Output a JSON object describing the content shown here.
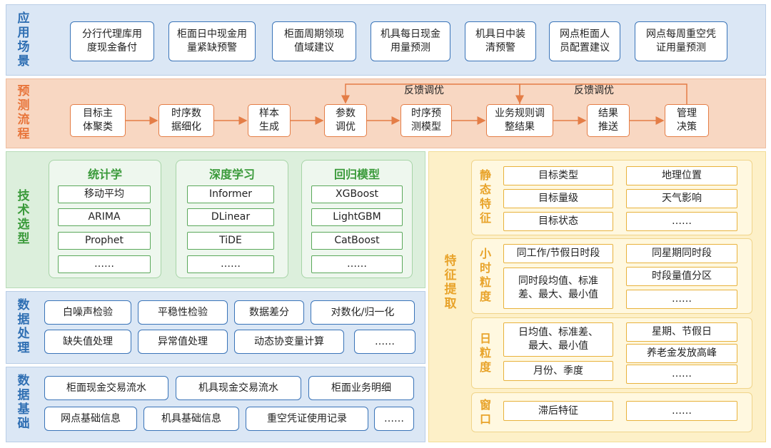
{
  "sections": {
    "application": "应用场景",
    "process": "预测流程",
    "tech": "技术选型",
    "dataproc": "数据处理",
    "database": "数据基础",
    "feature": "特征提取"
  },
  "application": [
    "分行代理库用度现金备付",
    "柜面日中现金用量紧缺预警",
    "柜面周期领现值域建议",
    "机具每日现金用量预测",
    "机具日中装清预警",
    "网点柜面人员配置建议",
    "网点每周重空凭证用量预测"
  ],
  "process": {
    "steps": [
      "目标主体聚类",
      "时序数据细化",
      "样本生成",
      "参数调优",
      "时序预测模型",
      "业务规则调整结果",
      "结果推送",
      "管理决策"
    ],
    "feedback1": "反馈调优",
    "feedback2": "反馈调优"
  },
  "tech": {
    "stat": {
      "title": "统计学",
      "items": [
        "移动平均",
        "ARIMA",
        "Prophet",
        "……"
      ]
    },
    "deep": {
      "title": "深度学习",
      "items": [
        "Informer",
        "DLinear",
        "TiDE",
        "……"
      ]
    },
    "reg": {
      "title": "回归模型",
      "items": [
        "XGBoost",
        "LightGBM",
        "CatBoost",
        "……"
      ]
    }
  },
  "dataproc": {
    "row1": [
      "白噪声检验",
      "平稳性检验",
      "数据差分",
      "对数化/归一化"
    ],
    "row2": [
      "缺失值处理",
      "异常值处理",
      "动态协变量计算",
      "……"
    ]
  },
  "database": {
    "row1": [
      "柜面现金交易流水",
      "机具现金交易流水",
      "柜面业务明细"
    ],
    "row2": [
      "网点基础信息",
      "机具基础信息",
      "重空凭证使用记录",
      "……"
    ]
  },
  "feature": {
    "static": {
      "label": "静态特征",
      "left": [
        "目标类型",
        "目标量级",
        "目标状态"
      ],
      "right": [
        "地理位置",
        "天气影响",
        "……"
      ]
    },
    "hour": {
      "label": "小时粒度",
      "left": [
        "同工作/节假日时段",
        "同时段均值、标准差、最大、最小值"
      ],
      "right": [
        "同星期同时段",
        "时段量值分区",
        "……"
      ]
    },
    "day": {
      "label": "日粒度",
      "left": [
        "日均值、标准差、最大、最小值",
        "月份、季度"
      ],
      "right": [
        "星期、节假日",
        "养老金发放高峰",
        "……"
      ]
    },
    "window": {
      "label": "窗口",
      "left": [
        "滞后特征"
      ],
      "right": [
        "……"
      ]
    }
  },
  "colors": {
    "blue": "#3a74b8",
    "orange": "#e47d46",
    "green": "#3a9a3a",
    "yellow": "#e8a32a"
  }
}
